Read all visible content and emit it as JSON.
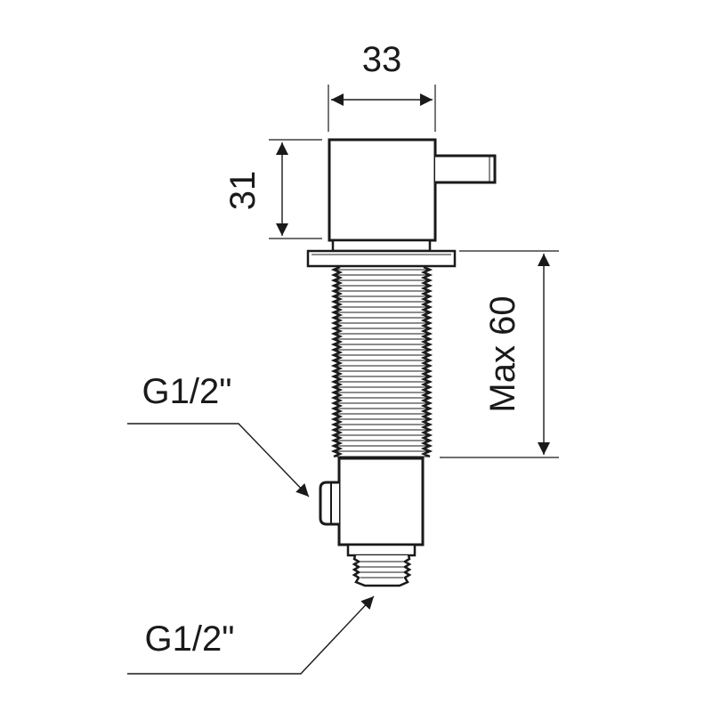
{
  "dimensions": {
    "width_label": "33",
    "height_label": "31",
    "max_label": "Max 60"
  },
  "threads": {
    "side_label": "G1/2\"",
    "bottom_label": "G1/2\""
  },
  "colors": {
    "stroke": "#1a1a1a",
    "background": "#ffffff"
  }
}
